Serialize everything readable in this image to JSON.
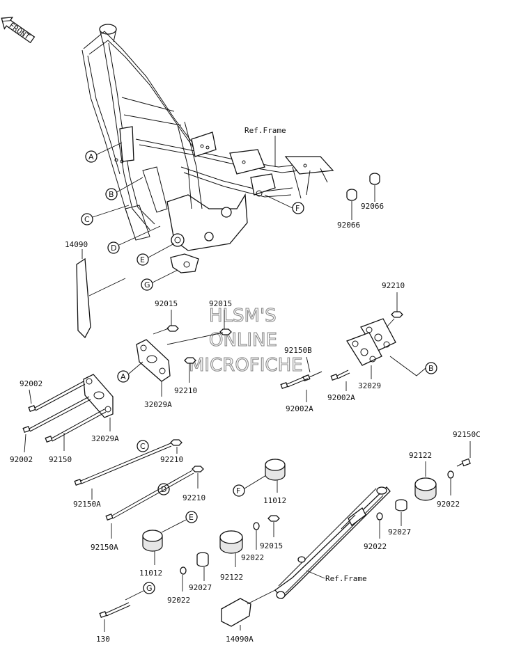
{
  "front_badge": "FRONT",
  "ref_frame_top": "Ref.Frame",
  "ref_frame_bottom": "Ref.Frame",
  "watermark": [
    "HLSM'S",
    "ONLINE",
    "MICROFICHE"
  ],
  "callouts": {
    "A": "A",
    "B": "B",
    "C": "C",
    "D": "D",
    "E": "E",
    "F": "F",
    "G": "G"
  },
  "parts": {
    "p14090": "14090",
    "p14090A": "14090A",
    "p92015_a": "92015",
    "p92015_b": "92015",
    "p92015_c": "92015",
    "p92210_a": "92210",
    "p92210_b": "92210",
    "p92210_c": "92210",
    "p92210_d": "92210",
    "p32029A_a": "32029A",
    "p32029A_b": "32029A",
    "p32029": "32029",
    "p92150B": "92150B",
    "p92002A_a": "92002A",
    "p92002A_b": "92002A",
    "p92002_a": "92002",
    "p92002_b": "92002",
    "p92150": "92150",
    "p92150A_a": "92150A",
    "p92150A_b": "92150A",
    "p92150C": "92150C",
    "p11012_a": "11012",
    "p11012_b": "11012",
    "p92122_a": "92122",
    "p92122_b": "92122",
    "p92022_a": "92022",
    "p92022_b": "92022",
    "p92022_c": "92022",
    "p92022_d": "92022",
    "p92027_a": "92027",
    "p92027_b": "92027",
    "p92066_a": "92066",
    "p92066_b": "92066",
    "p130": "130"
  }
}
